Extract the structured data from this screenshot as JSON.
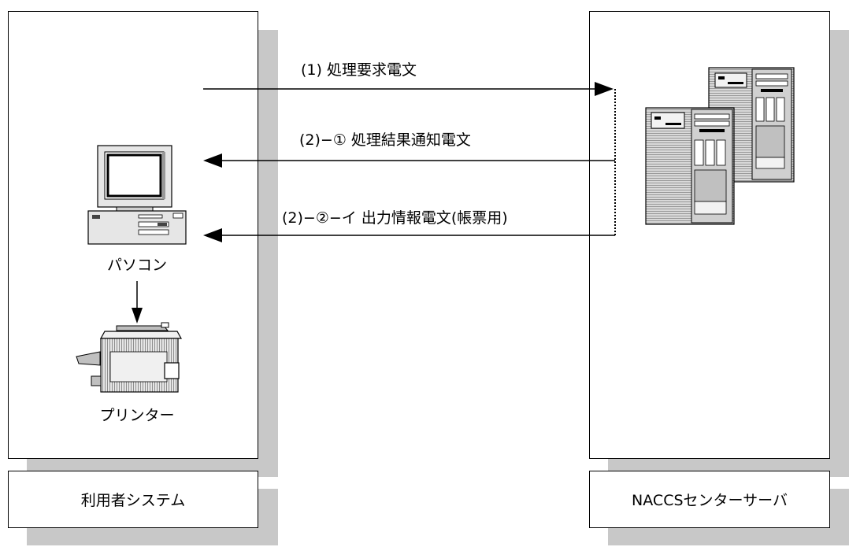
{
  "left_system": {
    "name": "利用者システム",
    "devices": {
      "pc": "パソコン",
      "printer": "プリンター"
    }
  },
  "right_system": {
    "name": "NACCSセンターサーバ"
  },
  "messages": [
    {
      "label": "(1) 処理要求電文",
      "direction": "to-server"
    },
    {
      "label": "(2)−① 処理結果通知電文",
      "direction": "to-user"
    },
    {
      "label": "(2)−②−イ 出力情報電文(帳票用)",
      "direction": "to-user"
    }
  ],
  "colors": {
    "shadow": "#c8c8c8",
    "line": "#000000",
    "device_fill": "#d9d9d9"
  }
}
